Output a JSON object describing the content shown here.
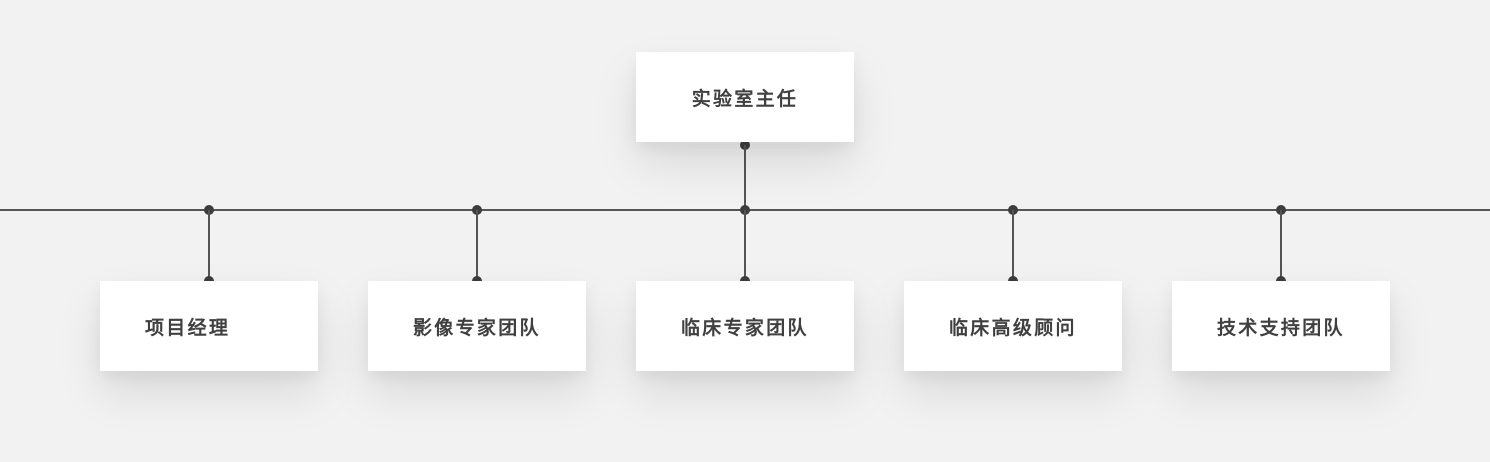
{
  "org_chart": {
    "type": "organization-chart",
    "root": {
      "label": "实验室主任"
    },
    "children": [
      {
        "label": "项目经理"
      },
      {
        "label": "影像专家团队"
      },
      {
        "label": "临床专家团队"
      },
      {
        "label": "临床高级顾问"
      },
      {
        "label": "技术支持团队"
      }
    ]
  },
  "colors": {
    "background": "#f2f2f2",
    "card_background": "#ffffff",
    "connector_line": "#555555",
    "connector_dot": "#3d3d3d",
    "label_text": "#404040"
  }
}
